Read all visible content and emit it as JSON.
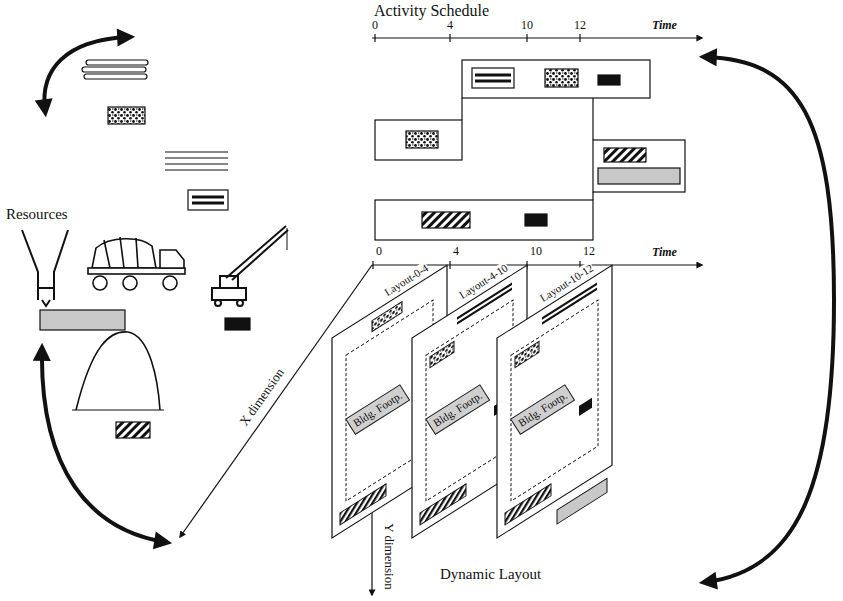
{
  "diagram": {
    "nodes": [
      {
        "text": [
          "Layout-0-4"
        ]
      },
      {
        "text": [
          "Bldg. Footp."
        ],
        "in": 0
      },
      {
        "text": [
          "Layout-4-10"
        ]
      },
      {
        "text": [
          "Bldg. Footp."
        ],
        "in": 2
      },
      {
        "text": [
          "Layout-10-12"
        ]
      },
      {
        "text": [
          "Bldg. Footp."
        ],
        "in": 4
      }
    ],
    "labels": [
      "Activity Schedule",
      "0",
      "4",
      "10",
      "12",
      "Time",
      "Resources",
      "X dimension",
      "0",
      "4",
      "10",
      "12",
      "Time",
      "Y dimension",
      "Dynamic Layout"
    ]
  }
}
